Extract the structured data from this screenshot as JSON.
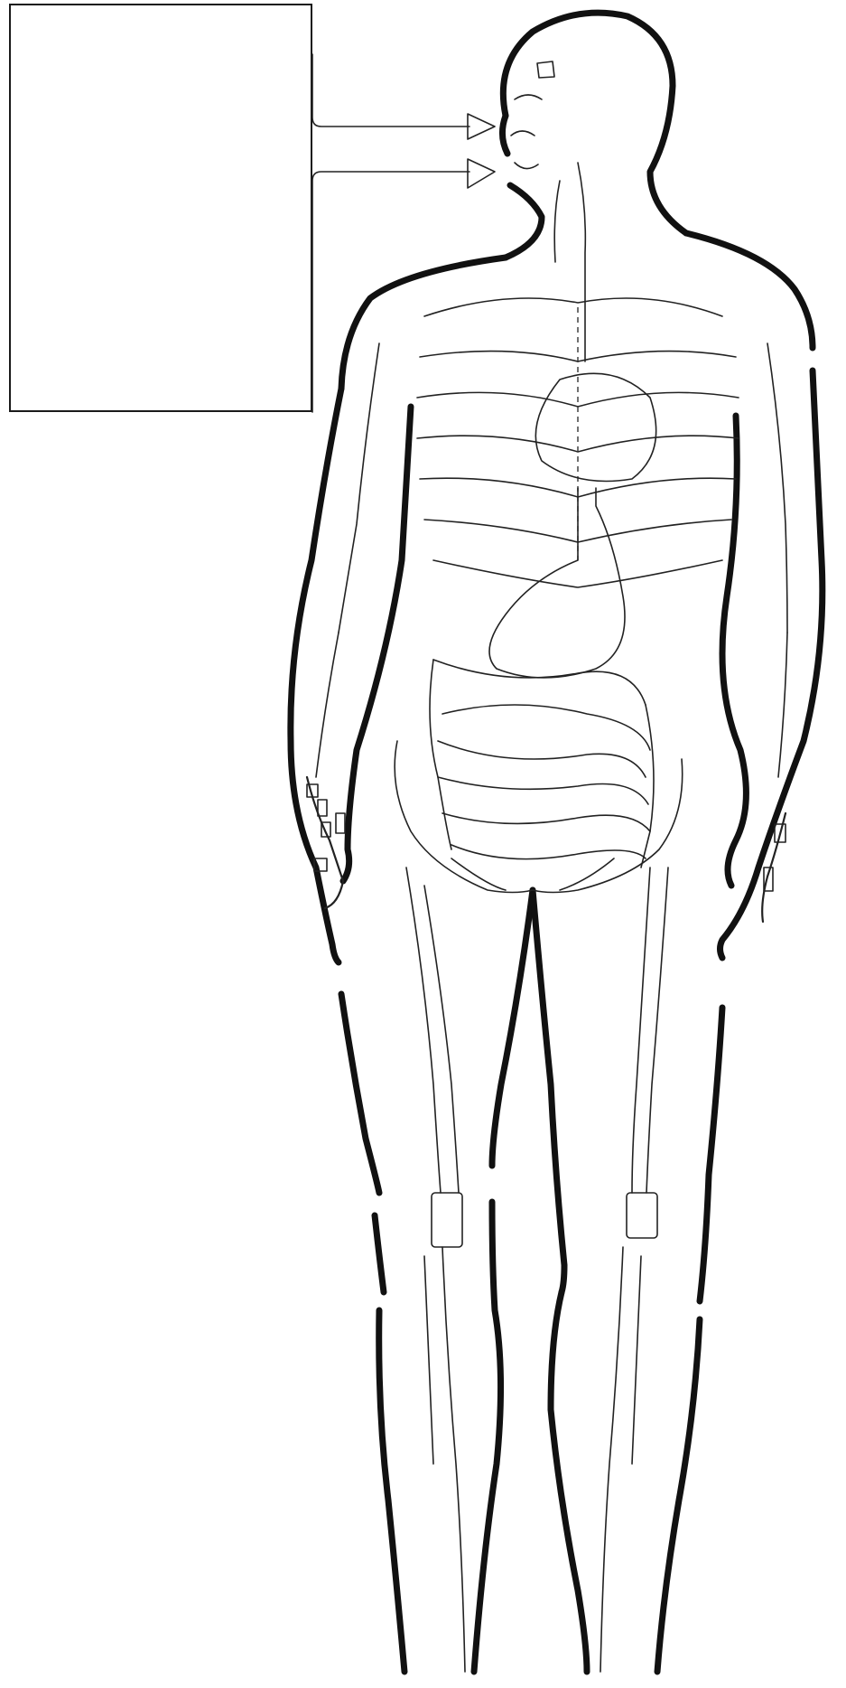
{
  "label_box": {
    "text": ""
  },
  "arrows": {
    "count": 2,
    "targets": [
      "upper-mouth",
      "lower-mouth"
    ]
  },
  "colors": {
    "ink": "#111111",
    "background": "#ffffff"
  }
}
